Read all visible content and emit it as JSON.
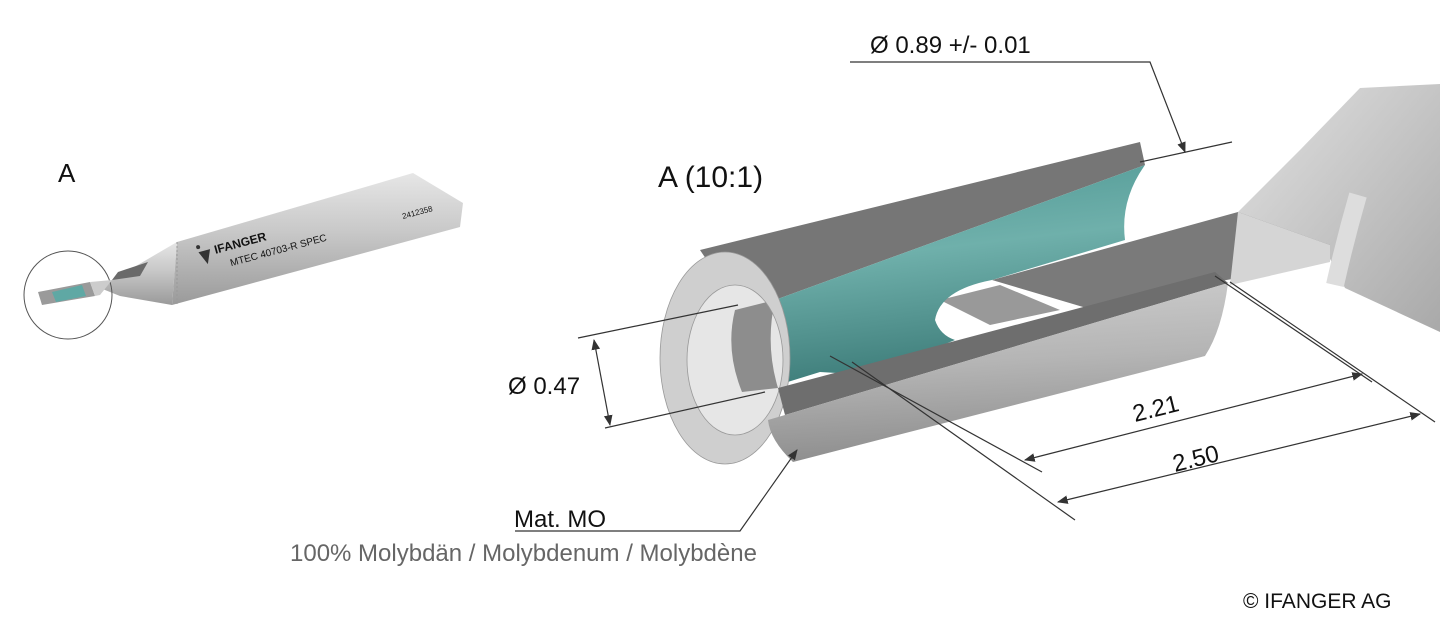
{
  "overview": {
    "view_label": "A",
    "brand": "IFANGER",
    "model": "MTEC 40703-R SPEC",
    "serial": "2412358"
  },
  "detail": {
    "view_label": "A (10:1)",
    "dimensions": {
      "outer_diameter": "Ø 0.89 +/- 0.01",
      "inner_diameter": "Ø 0.47",
      "length_inner": "2.21",
      "length_total": "2.50"
    },
    "material_label": "Mat. MO",
    "material_desc": "100% Molybdän / Molybdenum / Molybdène"
  },
  "copyright": "© IFANGER AG",
  "colors": {
    "insert_teal": "#5fa8a4",
    "metal_gray": "#b8b8b8",
    "dark_gray": "#6e6e6e"
  }
}
